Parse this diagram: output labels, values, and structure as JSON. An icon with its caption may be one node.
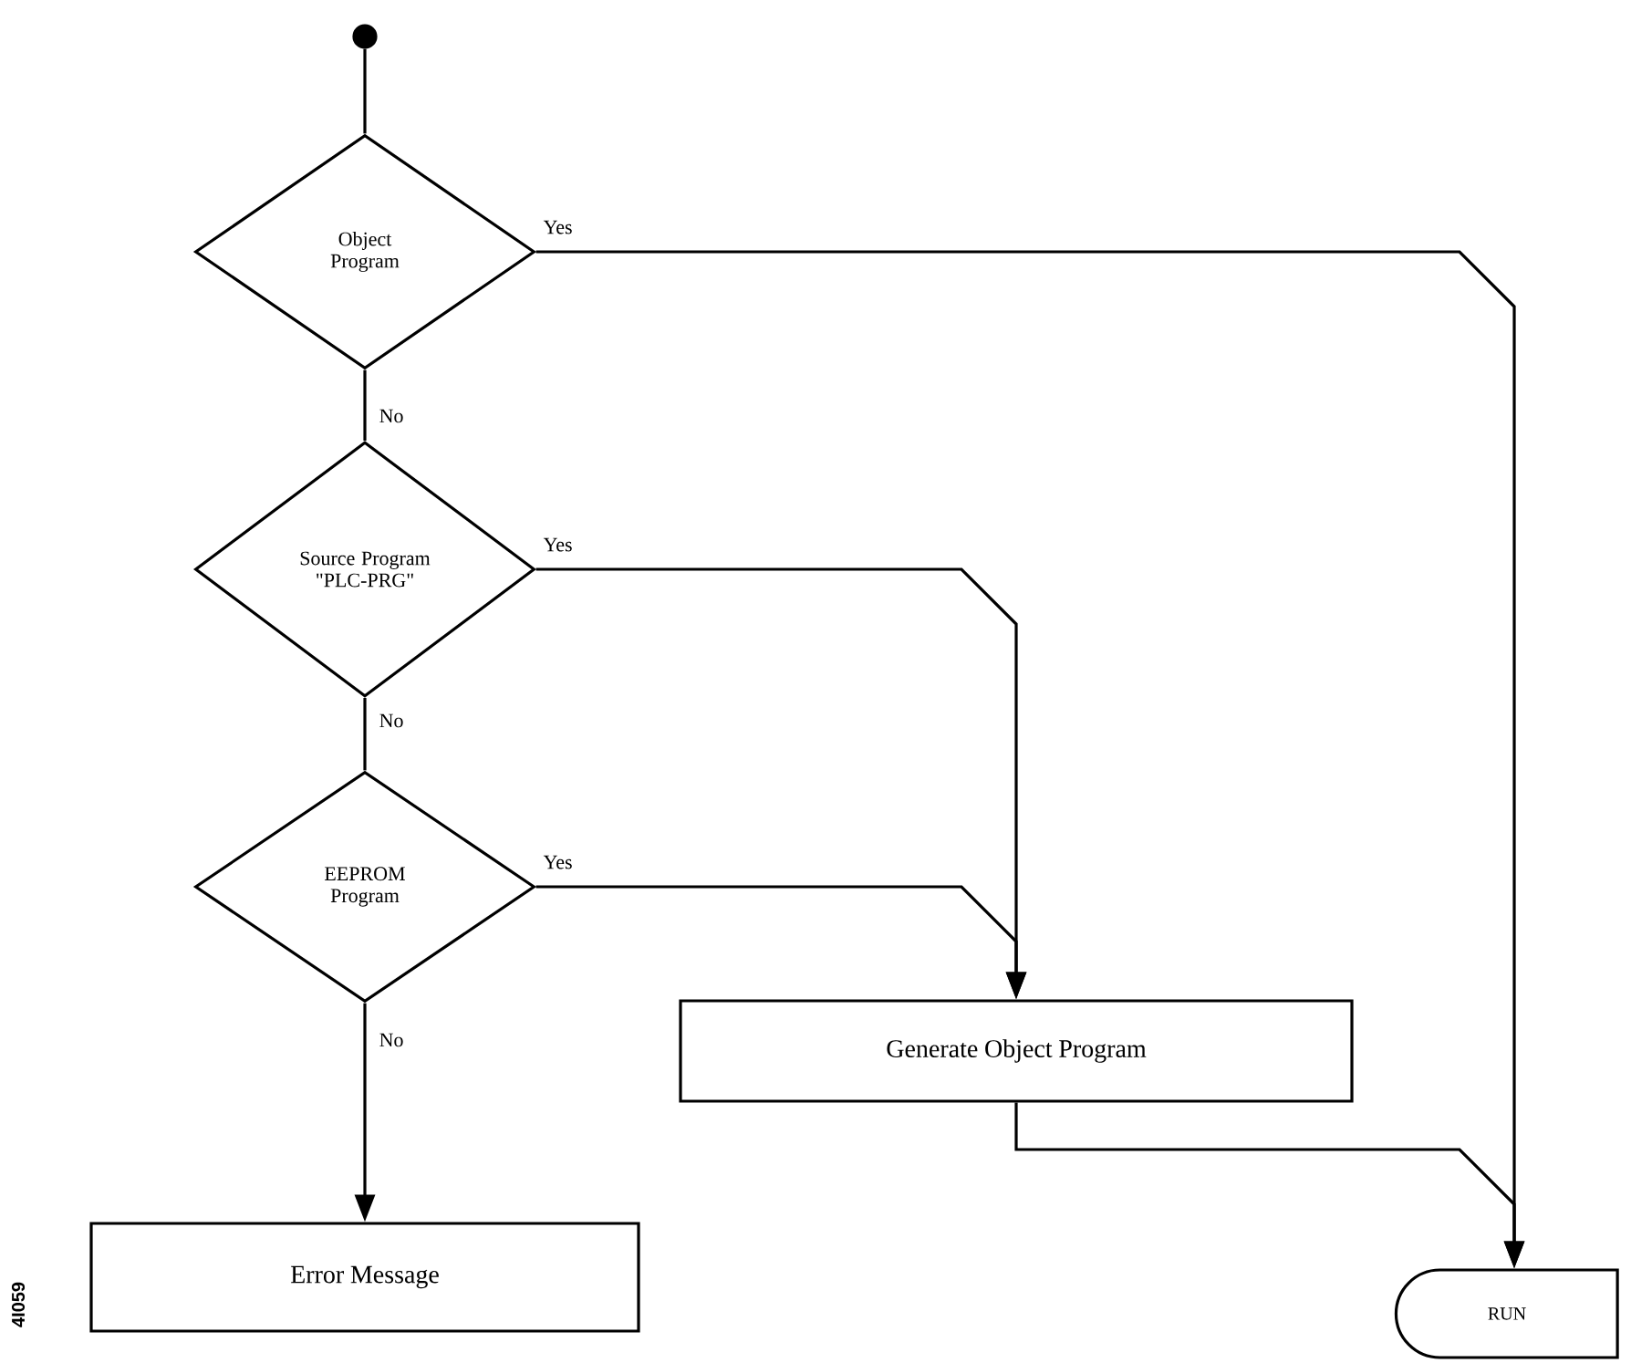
{
  "diagram": {
    "nodes": [
      {
        "text": [],
        "shape": "circle"
      },
      {
        "text": [
          "Object Program"
        ]
      },
      {
        "text": [
          "Source Program \"PLC-PRG\""
        ]
      },
      {
        "text": [
          "EEPROM Program"
        ]
      },
      {
        "text": [
          "Generate Object Program"
        ]
      },
      {
        "text": [
          "Error Message"
        ]
      },
      {
        "text": [
          "RUN"
        ]
      }
    ],
    "edges": [
      {
        "from": 0,
        "to": 1,
        "arrow": "none"
      },
      {
        "from": 1,
        "to": 2,
        "arrow": "none",
        "label": "No"
      },
      {
        "from": 2,
        "to": 3,
        "arrow": "none",
        "label": "No"
      },
      {
        "from": 3,
        "to": 5,
        "arrow": "to",
        "label": "No"
      },
      {
        "from": 1,
        "to": 6,
        "arrow": "to",
        "label": "Yes"
      },
      {
        "from": 2,
        "to": 4,
        "arrow": "to",
        "label": "Yes"
      },
      {
        "from": 3,
        "to": 4,
        "arrow": "to",
        "label": "Yes"
      },
      {
        "from": 4,
        "to": 6,
        "arrow": "to"
      }
    ],
    "labels": [
      "4I059"
    ]
  }
}
